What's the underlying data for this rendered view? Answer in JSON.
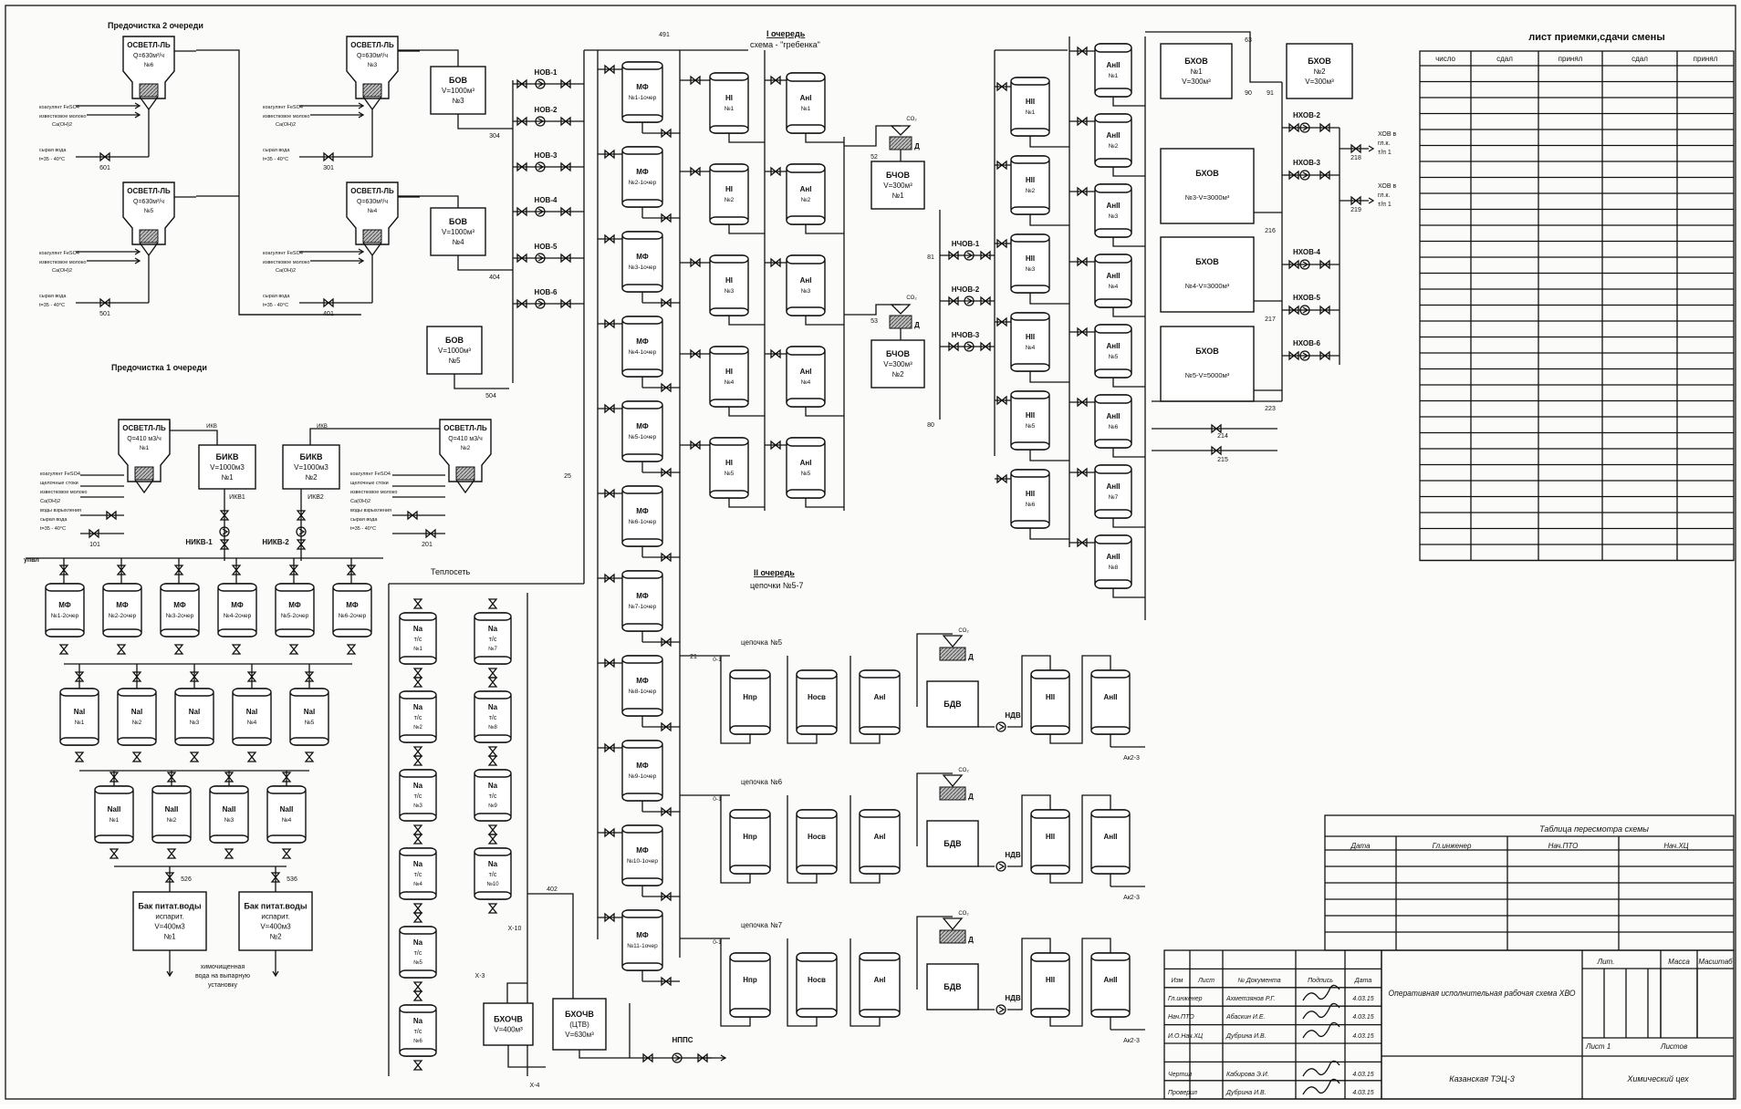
{
  "stages": {
    "pre2": "Предочистка 2 очереди",
    "pre1": "Предочистка 1 очереди",
    "q1_title": "I очередь",
    "q1_sub": "схема - \"гребенка\"",
    "q2_title": "II очередь",
    "q2_sub": "цепочки №5-7",
    "heat": "Теплосеть",
    "upv": "упвл"
  },
  "clarifiers_top": [
    {
      "name": "ОСВЕТЛ-ЛЬ",
      "q": "Q=630м³/ч",
      "num": "№6",
      "valve": "601"
    },
    {
      "name": "ОСВЕТЛ-ЛЬ",
      "q": "Q=630м³/ч",
      "num": "№3",
      "valve": "301"
    },
    {
      "name": "ОСВЕТЛ-ЛЬ",
      "q": "Q=630м³/ч",
      "num": "№5",
      "valve": "501"
    },
    {
      "name": "ОСВЕТЛ-ЛЬ",
      "q": "Q=630м³/ч",
      "num": "№4",
      "valve": "401"
    }
  ],
  "clarifier_inputs": {
    "coag": "коагулянт FeSO4",
    "lime": "известковое молоко",
    "caoh": "Ca(OH)2",
    "raw": "сырая вода",
    "temp": "t=35 - 40°C",
    "alk": "щелочные стоки",
    "wash": "воды взрыхления"
  },
  "bov": [
    {
      "name": "БОВ",
      "v": "V=1000м³",
      "num": "№3",
      "valve": "304"
    },
    {
      "name": "БОВ",
      "v": "V=1000м³",
      "num": "№4",
      "valve": "404"
    },
    {
      "name": "БОВ",
      "v": "V=1000м³",
      "num": "№5",
      "valve": "504"
    }
  ],
  "nov_pumps": [
    "НОВ-1",
    "НОВ-2",
    "НОВ-3",
    "НОВ-4",
    "НОВ-5",
    "НОВ-6"
  ],
  "clarifiers_bottom": [
    {
      "name": "ОСВЕТЛ-ЛЬ",
      "q": "Q=410 м3/ч",
      "num": "№1",
      "valve": "101"
    },
    {
      "name": "ОСВЕТЛ-ЛЬ",
      "q": "Q=410 м3/ч",
      "num": "№2",
      "valve": "201"
    }
  ],
  "bikv": [
    {
      "name": "БИКВ",
      "v": "V=1000м3",
      "num": "№1",
      "pipe": "ИКВ1",
      "pump": "НИКВ-1"
    },
    {
      "name": "БИКВ",
      "v": "V=1000м3",
      "num": "№2",
      "pipe": "ИКВ2",
      "pump": "НИКВ-2"
    }
  ],
  "ikv": "ИКВ",
  "mf_bottom": [
    "№1-2очер",
    "№2-2очер",
    "№3-2очер",
    "№4-2очер",
    "№5-2очер",
    "№6-2очер"
  ],
  "na1": [
    "№1",
    "№2",
    "№3",
    "№4",
    "№5"
  ],
  "na2": [
    "№1",
    "№2",
    "№3",
    "№4"
  ],
  "feed_tanks": [
    {
      "l1": "Бак питат.воды",
      "l2": "испарит.",
      "v": "V=400м3",
      "num": "№1",
      "valve": "526"
    },
    {
      "l1": "Бак питат.воды",
      "l2": "испарит.",
      "v": "V=400м3",
      "num": "№2",
      "valve": "536"
    }
  ],
  "evap_note": [
    "химочищенная",
    "вода на выпарную",
    "установку"
  ],
  "na_tc": [
    "№1",
    "№2",
    "№3",
    "№4",
    "№5",
    "№6",
    "№7",
    "№8",
    "№9",
    "№10"
  ],
  "mf_main": [
    "№1-1очер",
    "№2-1очер",
    "№3-1очер",
    "№4-1очер",
    "№5-1очер",
    "№6-1очер",
    "№7-1очер",
    "№8-1очер",
    "№9-1очер",
    "№10-1очер",
    "№11-1очер"
  ],
  "h1": [
    "№1",
    "№2",
    "№3",
    "№4",
    "№5"
  ],
  "an1": [
    "№1",
    "№2",
    "№3",
    "№4",
    "№5"
  ],
  "h2": [
    "№1",
    "№2",
    "№3",
    "№4",
    "№5",
    "№6"
  ],
  "an2": [
    "№1",
    "№2",
    "№3",
    "№4",
    "№5",
    "№6",
    "№7",
    "№8"
  ],
  "bchov": [
    {
      "name": "БЧОВ",
      "v": "V=300м³",
      "num": "№1"
    },
    {
      "name": "БЧОВ",
      "v": "V=300м³",
      "num": "№2"
    }
  ],
  "nchov": [
    "НЧОВ-1",
    "НЧОВ-2",
    "НЧОВ-3"
  ],
  "bhov_small": [
    {
      "name": "БХОВ",
      "num": "№1",
      "v": "V=300м³"
    },
    {
      "name": "БХОВ",
      "num": "№2",
      "v": "V=300м³"
    }
  ],
  "bhov_big": [
    {
      "name": "БХОВ",
      "v": "№3-V=3000м³",
      "valve": "216"
    },
    {
      "name": "БХОВ",
      "v": "№4-V=3000м³",
      "valve": "217"
    },
    {
      "name": "БХОВ",
      "v": "№5-V=5000м³",
      "valve": "223"
    }
  ],
  "nhov": [
    "НХОВ-2",
    "НХОВ-3",
    "НХОВ-4",
    "НХОВ-5",
    "НХОВ-6"
  ],
  "hov_out": [
    {
      "l1": "ХОВ в",
      "l2": "гл.к.",
      "l3": "т/п 1",
      "valve": "218"
    },
    {
      "l1": "ХОВ в",
      "l2": "гл.к.",
      "l3": "т/п 1",
      "valve": "219"
    }
  ],
  "chains": [
    {
      "title": "цепочка №5",
      "pump": "НДВ"
    },
    {
      "title": "цепочка №6",
      "pump": "НДВ"
    },
    {
      "title": "цепочка №7",
      "pump": "НДВ"
    }
  ],
  "chain_units": {
    "npr": "Нпр",
    "nosv": "Носв",
    "an1": "АнI",
    "bdv": "БДВ",
    "h2": "НII",
    "an2": "АнII",
    "out": "Ак2-3",
    "in": "0-1"
  },
  "bchv": [
    {
      "name": "БХОЧВ",
      "v": "V=400м³"
    },
    {
      "name": "БХОЧВ",
      "l2": "(ЦТВ)",
      "v": "V=630м³"
    }
  ],
  "npts": "НППС",
  "misc_valves": [
    "491",
    "25",
    "52",
    "53",
    "81",
    "80",
    "63",
    "90",
    "91",
    "214",
    "215",
    "402",
    "X-10",
    "X-3",
    "X-4",
    "21"
  ],
  "co2": "CO₂",
  "labels": {
    "mf": "МФ",
    "h1": "НI",
    "an1": "АнI",
    "h2": "НII",
    "an2": "АнII",
    "na1": "NaI",
    "na2": "NaII",
    "na": "Na",
    "tc": "т/с",
    "d": "Д"
  },
  "shift_sheet": {
    "title": "лист приемки,сдачи смены",
    "headers": [
      "число",
      "сдал",
      "принял",
      "сдал",
      "принял"
    ]
  },
  "revision": {
    "title": "Таблица пересмотра схемы",
    "headers": [
      "Дата",
      "Гл.инженер",
      "Нач.ПТО",
      "Нач.ХЦ"
    ]
  },
  "stamp": {
    "cols": [
      "Изм",
      "Лист",
      "№ Документа",
      "Подпись",
      "Дата"
    ],
    "rows": [
      {
        "role": "Гл.инженер",
        "name": "Ахметзянов Р.Г.",
        "date": "4.03.15"
      },
      {
        "role": "Нач.ПТО",
        "name": "Абаскин И.Е.",
        "date": "4.03.15"
      },
      {
        "role": "И.О.Нач.ХЦ",
        "name": "Дубрина И.В.",
        "date": "4.03.15"
      },
      {
        "role": "Чертил",
        "name": "Кабирова Э.И.",
        "date": "4.03.15"
      },
      {
        "role": "Проверил",
        "name": "Дубрина И.В.",
        "date": "4.03.15"
      }
    ],
    "doc_title": "Оперативная исполнительная рабочая схема ХВО",
    "lit": "Лит.",
    "mass": "Масса",
    "scale": "Масштаб",
    "sheet": "Лист 1",
    "sheets": "Листов",
    "org": "Казанская ТЭЦ-3",
    "dept": "Химический цех"
  }
}
